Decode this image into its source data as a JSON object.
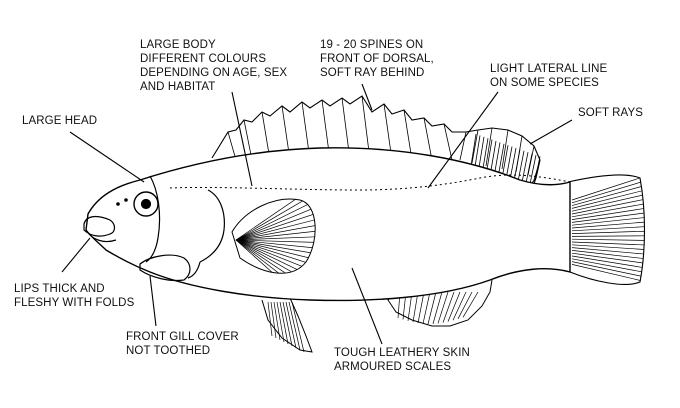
{
  "labels": {
    "large_body": [
      "LARGE BODY",
      "DIFFERENT COLOURS",
      "DEPENDING ON AGE, SEX",
      "AND HABITAT"
    ],
    "spines": [
      "19 - 20 SPINES ON",
      "FRONT OF DORSAL,",
      "SOFT RAY BEHIND"
    ],
    "lateral_line": [
      "LIGHT LATERAL LINE",
      "ON SOME SPECIES"
    ],
    "soft_rays": [
      "SOFT RAYS"
    ],
    "large_head": [
      "LARGE HEAD"
    ],
    "lips": [
      "LIPS THICK AND",
      "FLESHY WITH FOLDS"
    ],
    "gill_cover": [
      "FRONT GILL COVER",
      "NOT TOOTHED"
    ],
    "skin": [
      "TOUGH LEATHERY SKIN",
      "ARMOURED SCALES"
    ]
  }
}
